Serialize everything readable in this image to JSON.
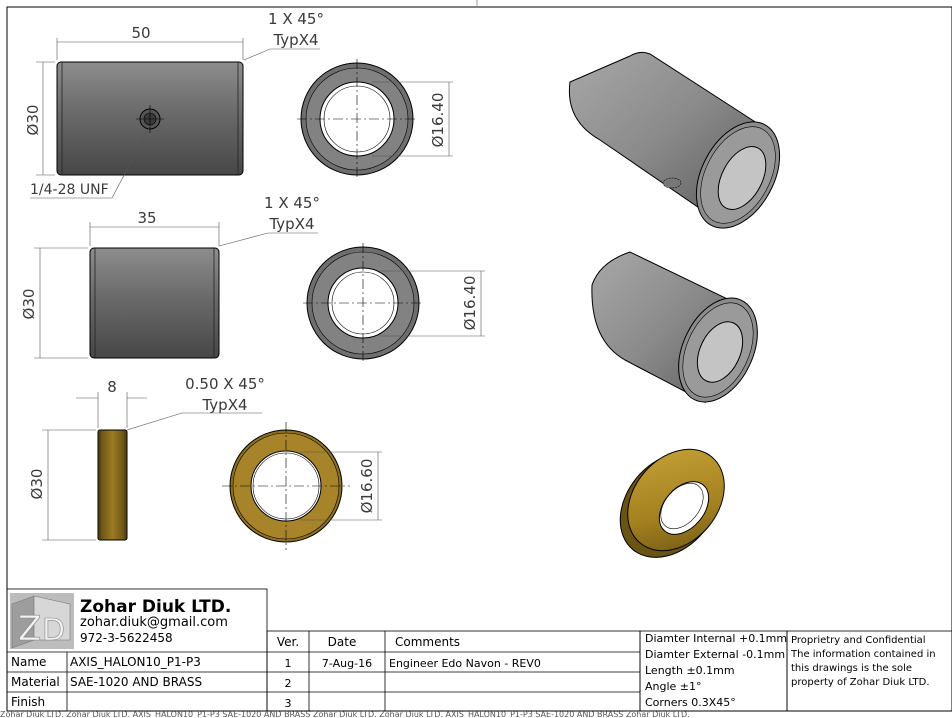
{
  "colors": {
    "steel": "#8a8a8a",
    "steel_dark": "#4a4a4a",
    "brass": "#b08a2a",
    "brass_dark": "#6b5314",
    "line": "#000000"
  },
  "views": {
    "part1": {
      "length": "50",
      "diameter": "Ø30",
      "chamfer": "1 X 45°",
      "chamfer_note": "TypX4",
      "bore": "Ø16.40",
      "thread": "1/4-28 UNF"
    },
    "part2": {
      "length": "35",
      "diameter": "Ø30",
      "chamfer": "1 X 45°",
      "chamfer_note": "TypX4",
      "bore": "Ø16.40"
    },
    "part3": {
      "length": "8",
      "diameter": "Ø30",
      "chamfer": "0.50 X 45°",
      "chamfer_note": "TypX4",
      "bore": "Ø16.60"
    }
  },
  "title_block": {
    "company": "Zohar Diuk LTD.",
    "email": "zohar.diuk@gmail.com",
    "phone": "972-3-5622458",
    "name_label": "Name",
    "name_value": "AXIS_HALON10_P1-P3",
    "material_label": "Material",
    "material_value": "SAE-1020 AND BRASS",
    "finish_label": "Finish",
    "finish_value": "",
    "rev_headers": {
      "ver": "Ver.",
      "date": "Date",
      "comments": "Comments"
    },
    "rev_rows": [
      {
        "ver": "1",
        "date": "7-Aug-16",
        "comments": "Engineer Edo Navon - REV0"
      },
      {
        "ver": "2",
        "date": "",
        "comments": ""
      },
      {
        "ver": "3",
        "date": "",
        "comments": ""
      }
    ],
    "tolerances": [
      "Diamter Internal +0.1mm",
      "Diamter External -0.1mm",
      "Length ±0.1mm",
      "Angle ±1°",
      "Corners 0.3X45°"
    ],
    "confidential": [
      "Proprietry and Confidential",
      "The information contained in",
      "this drawings is the sole",
      "property of Zohar Diuk LTD."
    ]
  },
  "bottom_strip": "Zohar Diuk LTD. Zohar Diuk LTD. AXIS_HALON10_P1-P3 SAE-1020 AND BRASS Zohar Diuk LTD. Zohar Diuk LTD. AXIS_HALON10_P1-P3 SAE-1020 AND BRASS Zohar Diuk LTD."
}
